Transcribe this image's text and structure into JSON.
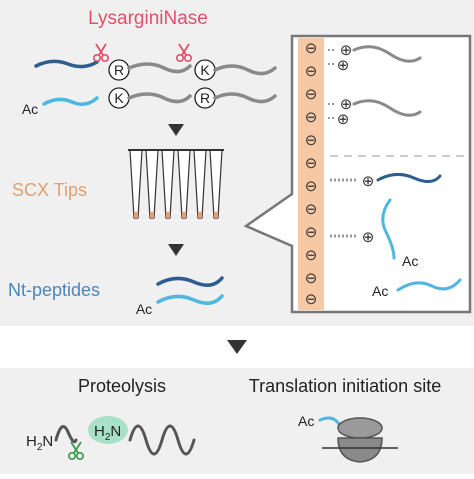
{
  "workflow": {
    "enzyme": "LysarginiNase",
    "residue_k": "K",
    "residue_r": "R",
    "acetyl": "Ac",
    "step_scx": "SCX Tips",
    "step_nt": "Nt-peptides",
    "charge_minus": "⊖",
    "charge_plus": "⊕"
  },
  "applications": {
    "proteolysis": "Proteolysis",
    "translation": "Translation initiation site",
    "h2n": "H",
    "h2n_sub": "2",
    "h2n_n": "N",
    "acetyl": "Ac"
  },
  "colors": {
    "enzyme_red": "#e0506a",
    "scx_orange": "#e0a070",
    "nt_blue": "#4a86b8",
    "dark_blue": "#2e5d8f",
    "light_blue": "#4fb6e0",
    "peptide_gray": "#8a8a8a",
    "panel_bg": "#f0f0f0",
    "resin": "#f6c9a4"
  }
}
